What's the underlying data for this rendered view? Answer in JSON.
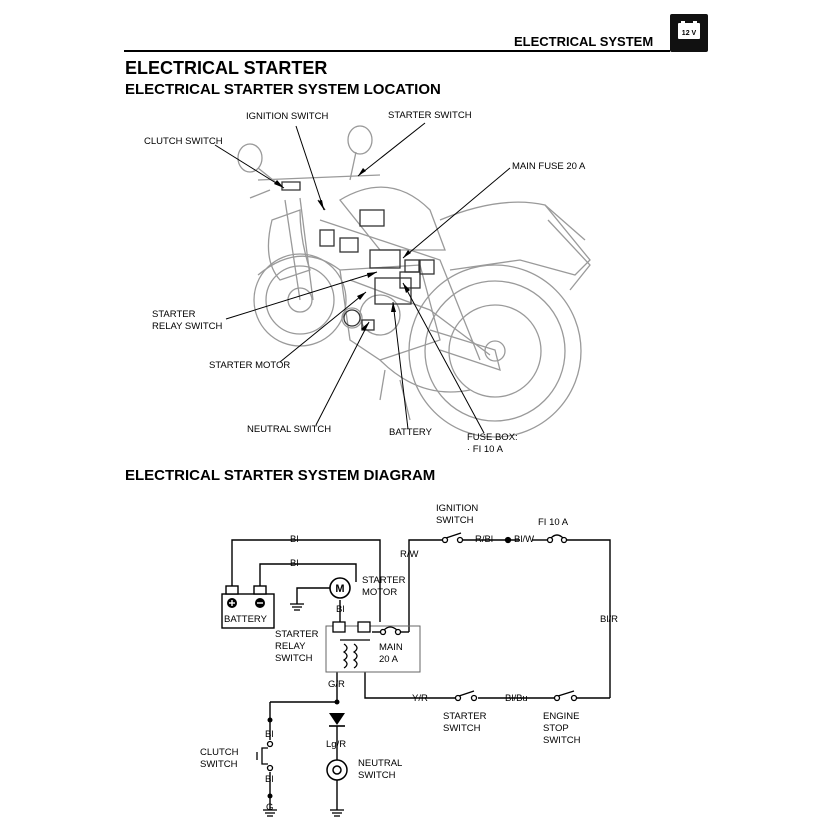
{
  "header": {
    "section": "ELECTRICAL SYSTEM",
    "badge": "12 V"
  },
  "titles": {
    "main": "ELECTRICAL STARTER",
    "location": "ELECTRICAL STARTER SYSTEM LOCATION",
    "diagram": "ELECTRICAL STARTER SYSTEM DIAGRAM"
  },
  "location_labels": {
    "ignition_switch": "IGNITION SWITCH",
    "starter_switch": "STARTER SWITCH",
    "clutch_switch": "CLUTCH SWITCH",
    "main_fuse": "MAIN FUSE 20 A",
    "starter_relay_1": "STARTER",
    "starter_relay_2": "RELAY SWITCH",
    "starter_motor": "STARTER MOTOR",
    "neutral_switch": "NEUTRAL SWITCH",
    "battery": "BATTERY",
    "fuse_box_1": "FUSE BOX:",
    "fuse_box_2": "· FI 10 A"
  },
  "diagram_labels": {
    "ignition_1": "IGNITION",
    "ignition_2": "SWITCH",
    "fi_fuse": "FI 10 A",
    "w_bl_top": "Bl",
    "w_bl_mid": "Bl",
    "w_rw": "R/W",
    "w_rbl": "R/Bl",
    "w_blw": "Bl/W",
    "starter_motor_1": "STARTER",
    "starter_motor_2": "MOTOR",
    "motor_symbol": "M",
    "w_bl_motor": "Bl",
    "battery": "BATTERY",
    "relay_1": "STARTER",
    "relay_2": "RELAY",
    "relay_3": "SWITCH",
    "main_fuse_1": "MAIN",
    "main_fuse_2": "20 A",
    "w_blr": "Bl/R",
    "w_gr": "G/R",
    "w_yr": "Y/R",
    "w_blbu": "Bl/Bu",
    "starter_sw_1": "STARTER",
    "starter_sw_2": "SWITCH",
    "engine_stop_1": "ENGINE",
    "engine_stop_2": "STOP",
    "engine_stop_3": "SWITCH",
    "w_bl_clutch_top": "Bl",
    "clutch_1": "CLUTCH",
    "clutch_2": "SWITCH",
    "w_bl_clutch_bot": "Bl",
    "w_g": "G",
    "w_lgr": "Lg/R",
    "neutral_1": "NEUTRAL",
    "neutral_2": "SWITCH"
  }
}
